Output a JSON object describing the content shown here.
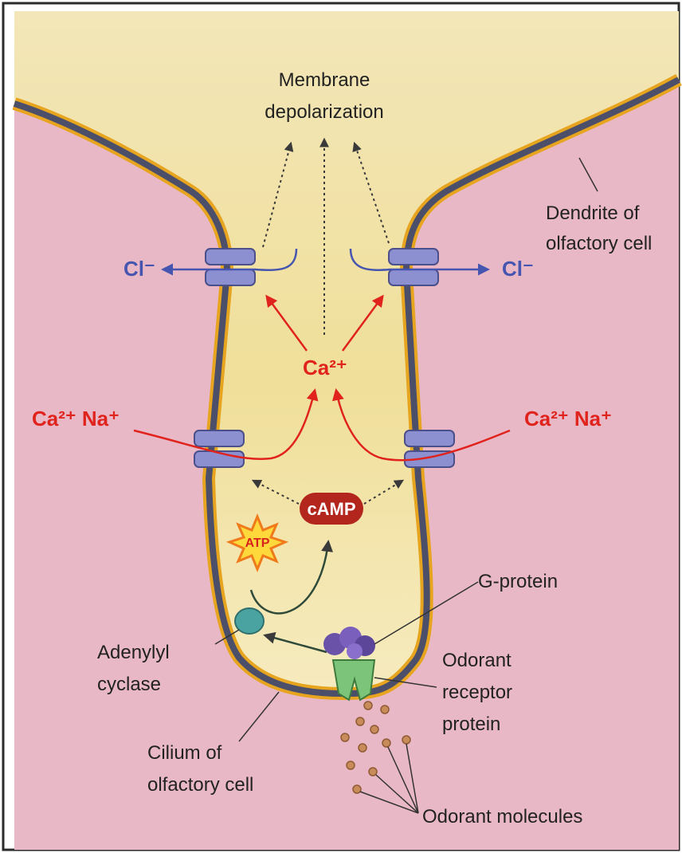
{
  "labels": {
    "membrane_line1": "Membrane",
    "membrane_line2": "depolarization",
    "dendrite_line1": "Dendrite of",
    "dendrite_line2": "olfactory cell",
    "cl_left": "Cl⁻",
    "cl_right": "Cl⁻",
    "ca_center": "Ca²⁺",
    "ca_na_left": "Ca²⁺ Na⁺",
    "ca_na_right": "Ca²⁺ Na⁺",
    "camp": "cAMP",
    "atp": "ATP",
    "g_protein": "G-protein",
    "adenylyl_line1": "Adenylyl",
    "adenylyl_line2": "cyclase",
    "odorant_receptor_line1": "Odorant",
    "odorant_receptor_line2": "receptor",
    "odorant_receptor_line3": "protein",
    "cilium_line1": "Cilium of",
    "cilium_line2": "olfactory cell",
    "odorant_molecules": "Odorant molecules"
  },
  "colors": {
    "background": "#e9b8c6",
    "cell_interior": "#f4e7b3",
    "membrane_dark": "#4b4f6a",
    "membrane_gold": "#e6a41f",
    "channel": "#8c8fd0",
    "sodium_calcium": "#e0231c",
    "chloride": "#4655b0",
    "camp": "#b3261e",
    "odorant_receptor": "#7cc47a",
    "g_protein": "#6a52a8",
    "adenylyl_cyclase": "#4aa3a0",
    "odorant_molecule": "#c88b5a"
  }
}
